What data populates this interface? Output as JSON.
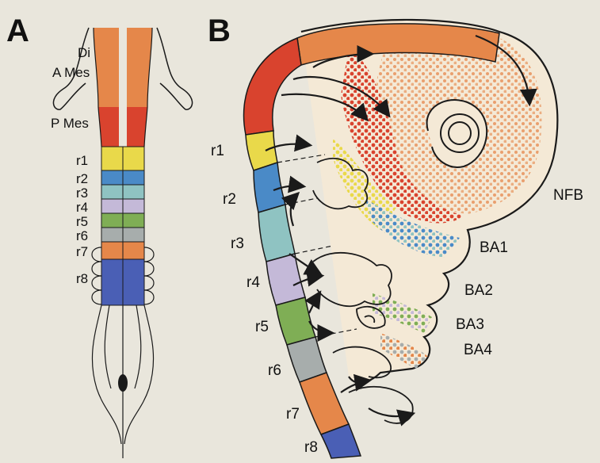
{
  "panels": {
    "a": "A",
    "b": "B"
  },
  "panel_a_labels": {
    "di": "Di",
    "a_mes": "A Mes",
    "p_mes": "P Mes",
    "r1": "r1",
    "r2": "r2",
    "r3": "r3",
    "r4": "r4",
    "r5": "r5",
    "r6": "r6",
    "r7": "r7",
    "r8": "r8"
  },
  "panel_b_labels": {
    "r1": "r1",
    "r2": "r2",
    "r3": "r3",
    "r4": "r4",
    "r5": "r5",
    "r6": "r6",
    "r7": "r7",
    "r8": "r8",
    "nfb": "NFB",
    "ba1": "BA1",
    "ba2": "BA2",
    "ba3": "BA3",
    "ba4": "BA4"
  },
  "colors": {
    "background": "#e9e6dc",
    "forebrain_midbrain": "#e5874a",
    "posterior_midbrain": "#d9432e",
    "r1": "#e9d94a",
    "r2": "#4a8ac7",
    "r3": "#8fc3c2",
    "r4": "#c4b9d8",
    "r5": "#7fae55",
    "r6": "#a7adac",
    "r7": "#e5874a",
    "r8": "#4a5fb5",
    "outline": "#1a1a1a"
  }
}
